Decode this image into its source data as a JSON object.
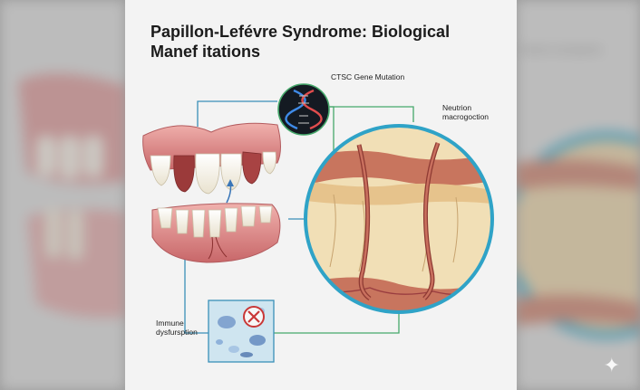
{
  "title": "Papillon-Lefévre Syndrome: Biological Manef itations",
  "labels": {
    "gene": "CTSC Gene Mutation",
    "neutrophil": "Neutrion macrogoction",
    "immune": "Immune dysfursption"
  },
  "background_ghost": {
    "right_label": "Neutrion macrogoction"
  },
  "icons": {
    "dna": "dna-icon",
    "prohibited": "prohibited-icon",
    "sparkle": "sparkle-icon"
  },
  "colors": {
    "leader_blue": "#3a8fb8",
    "leader_green": "#46a86b",
    "magnifier_ring": "#2fa3c7",
    "gum": "#d9888a",
    "tissue": "#e8cf9f",
    "background": "#9a9a9a"
  }
}
